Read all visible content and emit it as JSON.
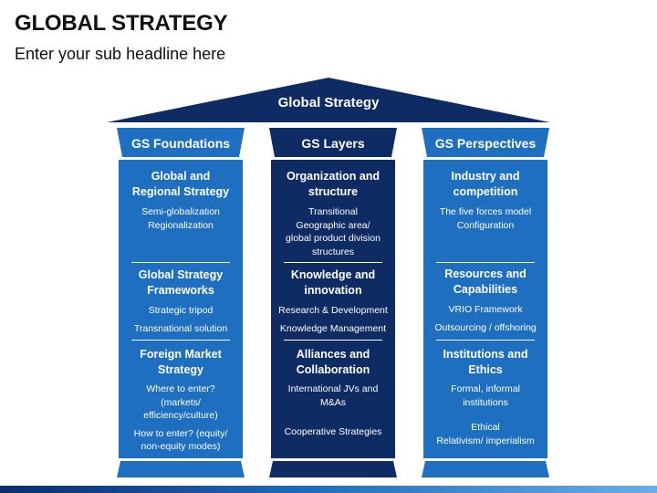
{
  "slide": {
    "title": "GLOBAL STRATEGY",
    "subtitle": "Enter your sub headline here"
  },
  "roof": {
    "label": "Global Strategy"
  },
  "colors": {
    "light_blue": "#1f6fc0",
    "dark_navy": "#0e2c63",
    "roof": "#0e2c63"
  },
  "columns": [
    {
      "header": "GS Foundations",
      "sections": [
        {
          "title": [
            "Global and",
            "Regional  Strategy"
          ],
          "items": [
            "Semi-globalization",
            "Regionalization"
          ]
        },
        {
          "title": [
            "Global Strategy",
            "Frameworks"
          ],
          "items": [
            "Strategic tripod",
            "Transnational solution"
          ]
        },
        {
          "title": [
            "Foreign Market",
            "Strategy"
          ],
          "items": [
            "Where to enter?",
            "(markets/",
            "efficiency/culture)",
            "How to enter? (equity/",
            "non-equity modes)"
          ]
        }
      ]
    },
    {
      "header": "GS Layers",
      "sections": [
        {
          "title": [
            "Organization and",
            "structure"
          ],
          "items": [
            "Transitional",
            "Geographic area/",
            "global product division",
            "structures"
          ]
        },
        {
          "title": [
            "Knowledge and",
            "innovation"
          ],
          "items": [
            "Research & Development",
            "Knowledge Management"
          ]
        },
        {
          "title": [
            "Alliances and",
            "Collaboration"
          ],
          "items": [
            "International JVs and",
            "M&As",
            "Cooperative Strategies"
          ]
        }
      ]
    },
    {
      "header": "GS Perspectives",
      "sections": [
        {
          "title": [
            "Industry and",
            "competition"
          ],
          "items": [
            "The five forces model",
            "Configuration"
          ]
        },
        {
          "title": [
            "Resources and",
            "Capabilities"
          ],
          "items": [
            "VRIO Framework",
            "Outsourcing / offshoring"
          ]
        },
        {
          "title": [
            "Institutions and",
            "Ethics"
          ],
          "items": [
            "Formal, informal",
            "institutions",
            "Ethical",
            "Relativism/ imperialism"
          ]
        }
      ]
    }
  ]
}
